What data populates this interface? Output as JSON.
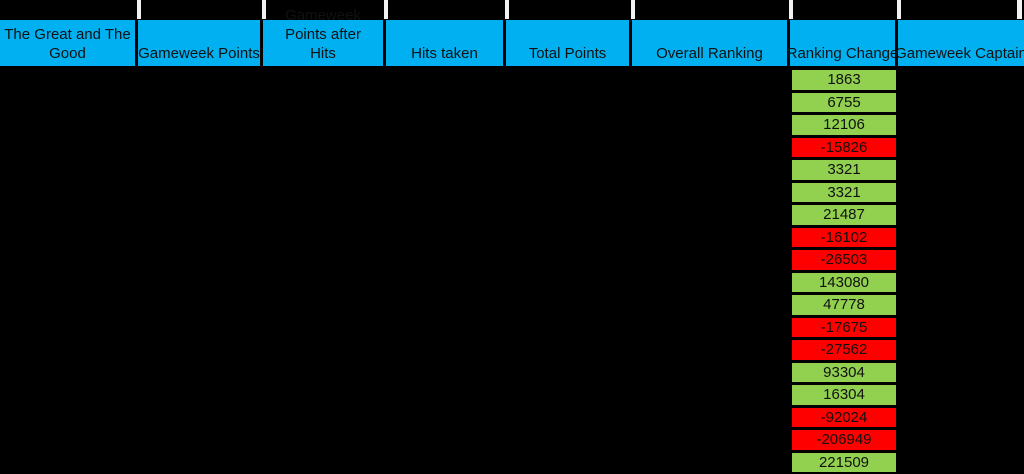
{
  "chart_data": {
    "type": "table",
    "columns": [
      "The Great and The Good",
      "Gameweek Points",
      "Gameweek Points after Hits",
      "Hits taken",
      "Total Points",
      "Overall Ranking",
      "Ranking Change",
      "Gameweek Captain"
    ],
    "ranking_change_values": [
      1863,
      6755,
      12106,
      -15826,
      3321,
      3321,
      21487,
      -16102,
      -26503,
      143080,
      47778,
      -17675,
      -27562,
      93304,
      16304,
      -92024,
      -206949,
      221509
    ],
    "row_count": 18,
    "layout_hint": "only header row and Ranking Change column visible; all other cells blacked out"
  },
  "colors": {
    "page_bg": "#000000",
    "header_bg": "#00B0F0",
    "positive_bg": "#92D050",
    "negative_bg": "#FF0000",
    "notch": "#F2F2F2",
    "header_text": "#111111",
    "cell_text": "#111111"
  }
}
